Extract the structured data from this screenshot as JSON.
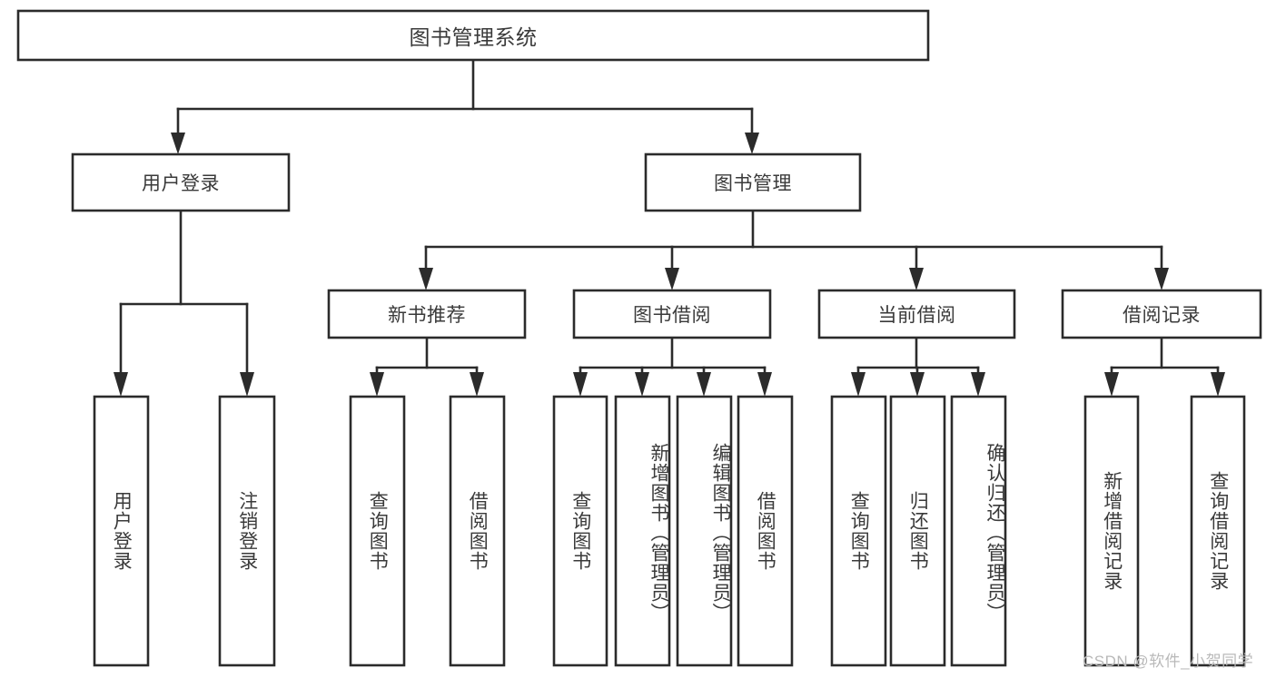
{
  "diagram": {
    "title_box": {
      "label": "图书管理系统"
    },
    "level2": [
      {
        "label": "用户登录"
      },
      {
        "label": "图书管理"
      }
    ],
    "level3": [
      {
        "label": "新书推荐"
      },
      {
        "label": "图书借阅"
      },
      {
        "label": "当前借阅"
      },
      {
        "label": "借阅记录"
      }
    ],
    "leaves": {
      "user_login": [
        {
          "label": "用户登录"
        },
        {
          "label": "注销登录"
        }
      ],
      "new_book_recommend": [
        {
          "label": "查询图书"
        },
        {
          "label": "借阅图书"
        }
      ],
      "book_borrow": [
        {
          "label": "查询图书"
        },
        {
          "label": "新增图书（管理员）"
        },
        {
          "label": "编辑图书（管理员）"
        },
        {
          "label": "借阅图书"
        }
      ],
      "current_borrow": [
        {
          "label": "查询图书"
        },
        {
          "label": "归还图书"
        },
        {
          "label": "确认归还（管理员）"
        }
      ],
      "borrow_record": [
        {
          "label": "新增借阅记录"
        },
        {
          "label": "查询借阅记录"
        }
      ]
    }
  },
  "watermark": {
    "text": "CSDN @软件_小贺同学"
  },
  "colors": {
    "stroke": "#2b2b2b",
    "fill": "#ffffff",
    "text": "#3a3a3a",
    "watermark": "#b9b9b9"
  }
}
